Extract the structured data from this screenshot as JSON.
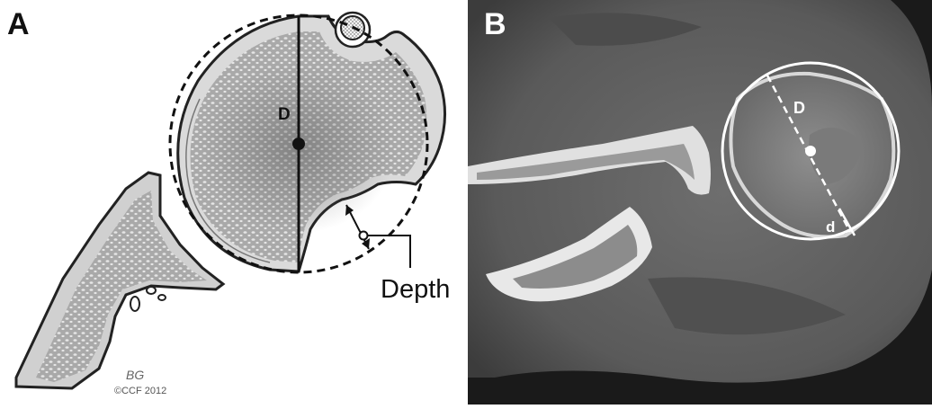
{
  "panel_a": {
    "letter": "A",
    "diameter_label": "D",
    "depth_label": "Depth",
    "artist_signature": "BG",
    "copyright": "©CCF 2012"
  },
  "panel_b": {
    "letter": "B",
    "diameter_label": "D",
    "depth_label": "d"
  },
  "colors": {
    "bone_fill": "#b8b8b8",
    "cortex_fill": "#d9d9d9",
    "outline": "#222222",
    "ct_background": "#1a1a1a",
    "ct_overlay": "#ffffff"
  }
}
